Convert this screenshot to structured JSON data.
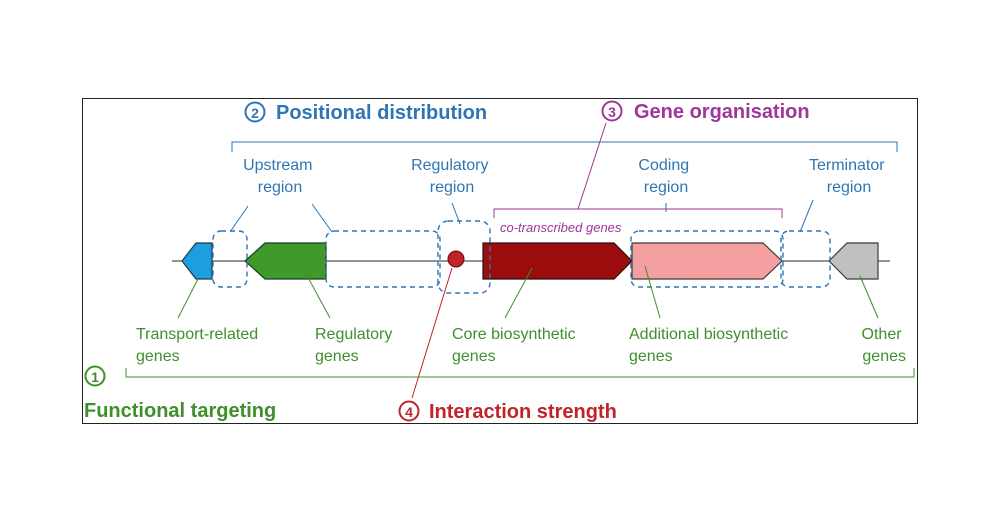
{
  "headings": {
    "positional": {
      "number": "2",
      "label": "Positional distribution",
      "color": "#2e75b6"
    },
    "organisation": {
      "number": "3",
      "label": "Gene organisation",
      "color": "#a0359a"
    },
    "functional": {
      "number": "1",
      "label": "Functional targeting",
      "color": "#3f8f2c"
    },
    "interaction": {
      "number": "4",
      "label": "Interaction strength",
      "color": "#c0232a"
    }
  },
  "regions": {
    "upstream": [
      "Upstream",
      "region"
    ],
    "regulatory": [
      "Regulatory",
      "region"
    ],
    "coding": [
      "Coding",
      "region"
    ],
    "terminator": [
      "Terminator",
      "region"
    ]
  },
  "cotranscribed_label": "co-transcribed genes",
  "genes": {
    "transport": {
      "label": [
        "Transport-related",
        "genes"
      ],
      "color": "#1c9ee0"
    },
    "regulatory": {
      "label": [
        "Regulatory",
        "genes"
      ],
      "color": "#3f9a2b"
    },
    "core": {
      "label": [
        "Core biosynthetic",
        "genes"
      ],
      "color": "#9b0d0d"
    },
    "additional": {
      "label": [
        "Additional biosynthetic",
        "genes"
      ],
      "color": "#f4a0a0"
    },
    "other": {
      "label": [
        "Other",
        "genes"
      ],
      "color": "#c0c0c0"
    }
  },
  "colors": {
    "region_box": "#2e75b6",
    "cotranscribed": "#a0359a",
    "gene_label": "#3f8f2c",
    "binding_site": "#c0232a"
  }
}
